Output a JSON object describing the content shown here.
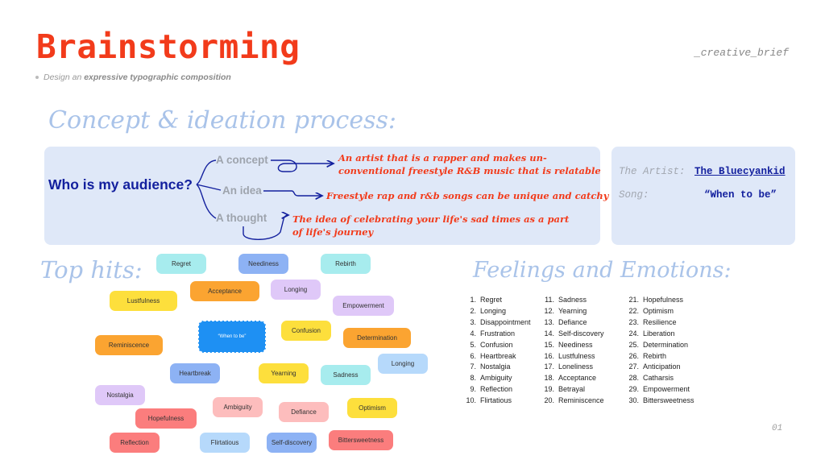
{
  "header": {
    "title": "Brainstorming",
    "brief": "_creative_brief",
    "subtitle_plain": "Design an ",
    "subtitle_bold": "expressive typographic composition"
  },
  "concept": {
    "heading": "Concept & ideation process:",
    "question": "Who is my audience?",
    "branches": [
      "A concept",
      "An idea",
      "A thought"
    ],
    "notes": [
      [
        "An artist that is a rapper and makes un-",
        "conventional freestyle R&B music that is relatable"
      ],
      [
        "Freestyle rap and r&b songs can be unique and catchy"
      ],
      [
        "The idea of celebrating your life's sad times as a part",
        "of life's journey"
      ]
    ]
  },
  "artist_card": {
    "artist_label": "The Artist:",
    "artist_value": "The Bluecyankid",
    "song_label": "Song:",
    "song_value": "“When to be”"
  },
  "top_hits": {
    "heading": "Top hits:",
    "colors": {
      "teal": "#a7ecee",
      "blue": "#8db2f4",
      "orange": "#fba431",
      "lavender": "#dfc8f8",
      "yellow": "#fddf3c",
      "pink": "#fdbdbd",
      "red": "#fb7d7d",
      "lightblue": "#b6d9fb",
      "selected": "#1e90f3"
    },
    "pills": [
      {
        "label": "Regret",
        "color": "teal"
      },
      {
        "label": "Neediness",
        "color": "blue"
      },
      {
        "label": "Rebirth",
        "color": "teal"
      },
      {
        "label": "Acceptance",
        "color": "orange"
      },
      {
        "label": "Longing",
        "color": "lavender"
      },
      {
        "label": "Lustfulness",
        "color": "yellow"
      },
      {
        "label": "Empowerment",
        "color": "lavender"
      },
      {
        "label": "“When to be”",
        "color": "selected"
      },
      {
        "label": "Confusion",
        "color": "yellow"
      },
      {
        "label": "Reminiscence",
        "color": "orange"
      },
      {
        "label": "Determination",
        "color": "orange"
      },
      {
        "label": "Longing",
        "color": "lightblue"
      },
      {
        "label": "Heartbreak",
        "color": "blue"
      },
      {
        "label": "Yearning",
        "color": "yellow"
      },
      {
        "label": "Sadness",
        "color": "teal"
      },
      {
        "label": "Nostalgia",
        "color": "lavender"
      },
      {
        "label": "Ambiguity",
        "color": "pink"
      },
      {
        "label": "Optimism",
        "color": "yellow"
      },
      {
        "label": "Defiance",
        "color": "pink"
      },
      {
        "label": "Hopefulness",
        "color": "red"
      },
      {
        "label": "Reflection",
        "color": "red"
      },
      {
        "label": "Flirtatious",
        "color": "lightblue"
      },
      {
        "label": "Self-discovery",
        "color": "blue"
      },
      {
        "label": "Bittersweetness",
        "color": "red"
      }
    ]
  },
  "feelings": {
    "heading": "Feelings and Emotions:",
    "columns": [
      [
        "Regret",
        "Longing",
        "Disappointment",
        "Frustration",
        "Confusion",
        "Heartbreak",
        "Nostalgia",
        "Ambiguity",
        "Reflection",
        "Flirtatious"
      ],
      [
        "Sadness",
        "Yearning",
        "Defiance",
        "Self-discovery",
        "Neediness",
        "Lustfulness",
        "Loneliness",
        "Acceptance",
        "Betrayal",
        "Reminiscence"
      ],
      [
        "Hopefulness",
        "Optimism",
        "Resilience",
        "Liberation",
        "Determination",
        "Rebirth",
        "Anticipation",
        "Catharsis",
        "Empowerment",
        "Bittersweetness"
      ]
    ]
  },
  "page_number": "01"
}
